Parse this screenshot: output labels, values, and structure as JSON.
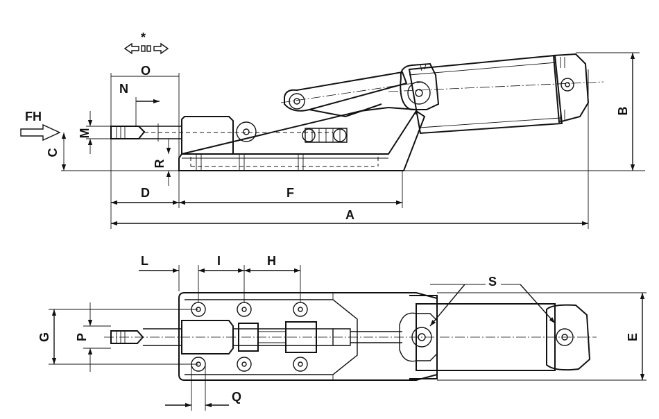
{
  "drawing": {
    "symbol": "*",
    "force_label": "FH",
    "side_view_labels": {
      "O": "O",
      "N": "N",
      "M": "M",
      "C": "C",
      "R": "R",
      "D": "D",
      "F": "F",
      "A": "A",
      "B": "B"
    },
    "top_view_labels": {
      "L": "L",
      "I": "I",
      "H": "H",
      "S": "S",
      "G": "G",
      "P": "P",
      "E": "E",
      "Q": "Q"
    }
  },
  "colors": {
    "ink": "#111111",
    "paper": "#ffffff"
  }
}
